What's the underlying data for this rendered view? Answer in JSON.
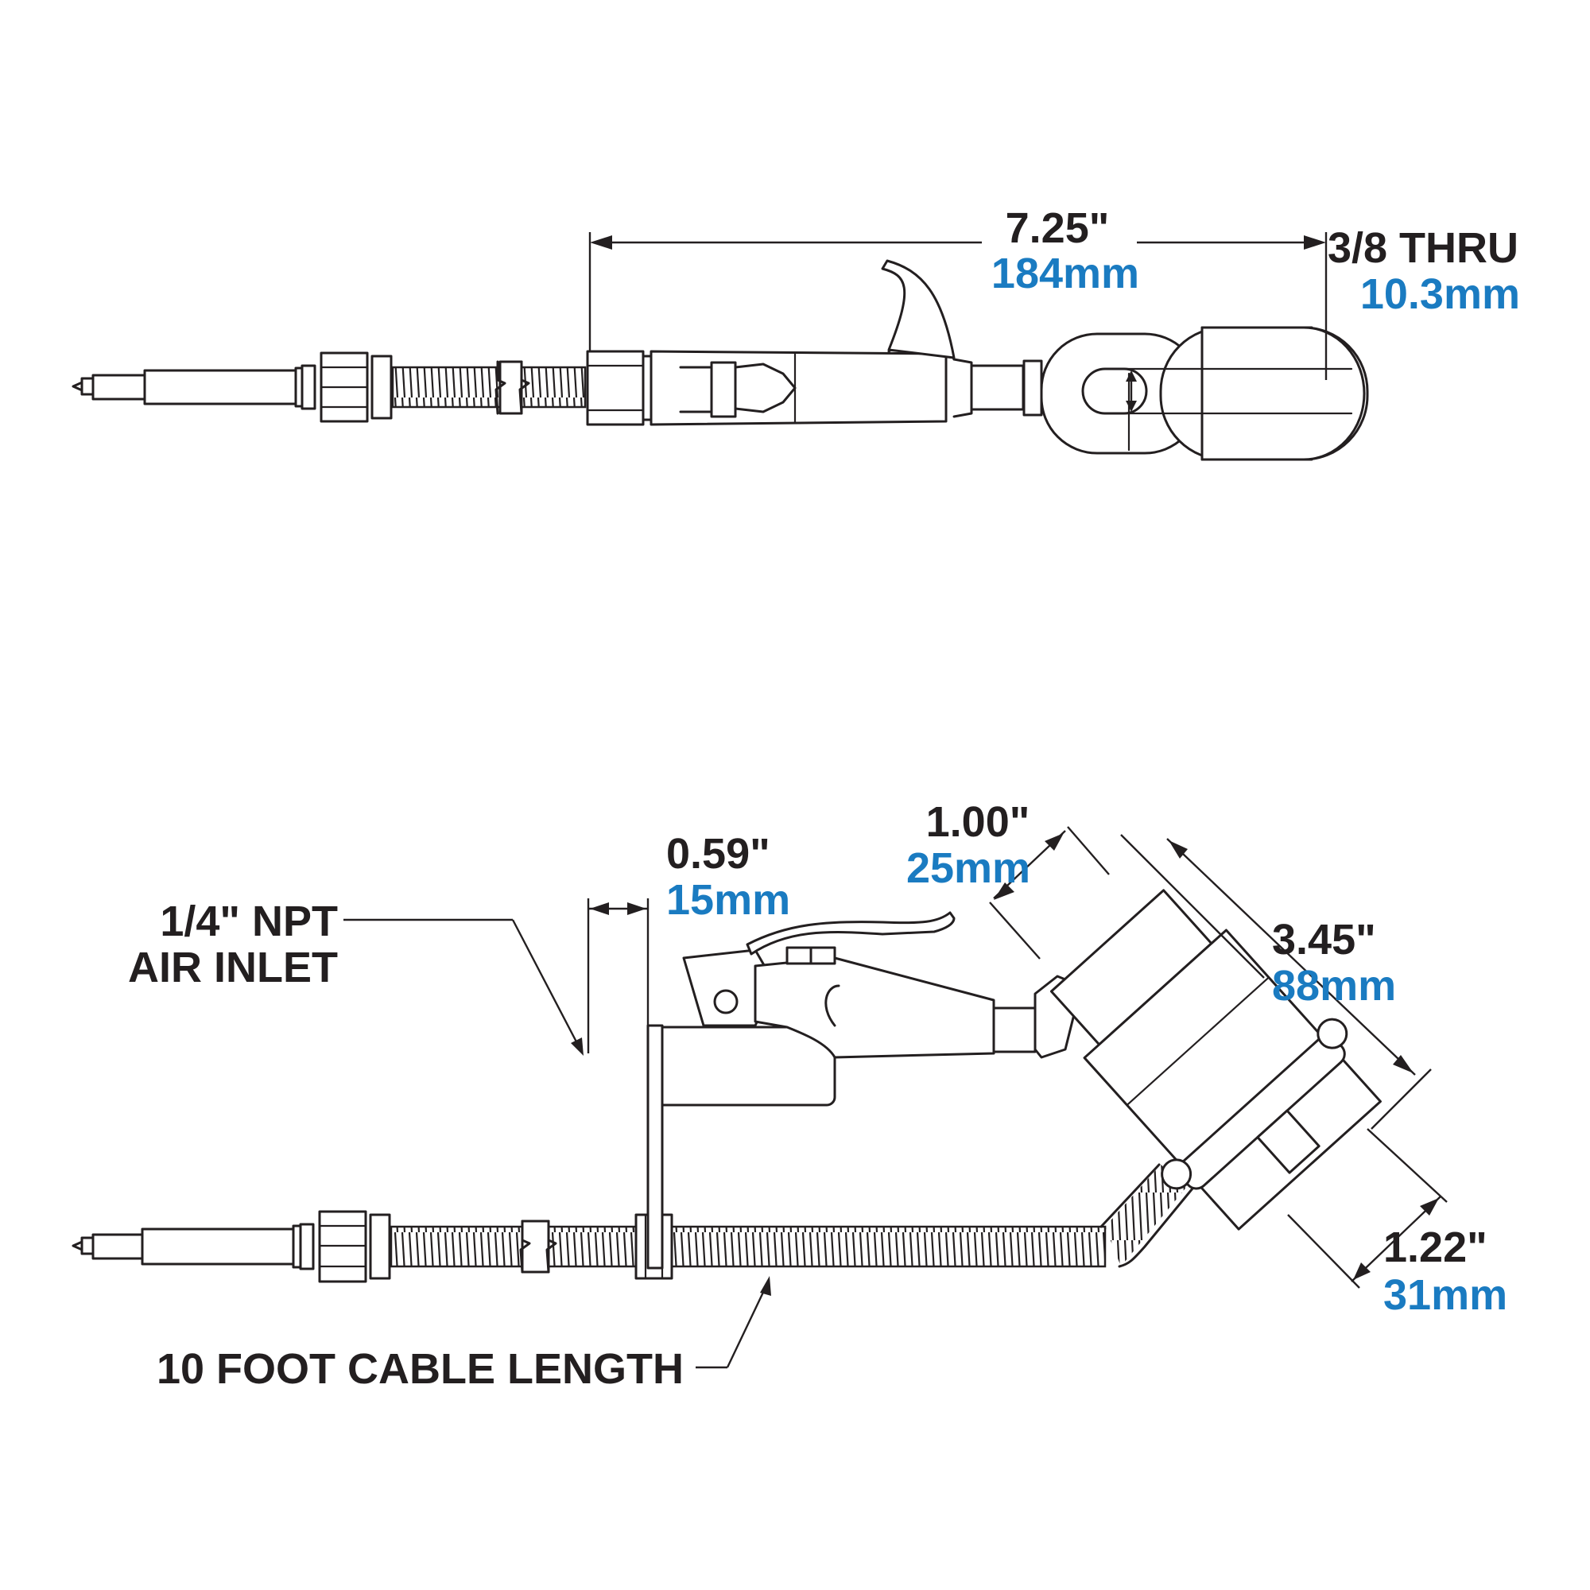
{
  "colors": {
    "ink": "#231f20",
    "metric": "#1a7bc1"
  },
  "top_view": {
    "overall_length": {
      "imperial": "7.25\"",
      "metric": "184mm"
    },
    "thru_hole": {
      "imperial": "3/8 THRU",
      "metric": "10.3mm"
    }
  },
  "side_view": {
    "nozzle_width": {
      "imperial": "1.00\"",
      "metric": "25mm"
    },
    "bracket_offset": {
      "imperial": "0.59\"",
      "metric": "15mm"
    },
    "head_length": {
      "imperial": "3.45\"",
      "metric": "88mm"
    },
    "base_depth": {
      "imperial": "1.22\"",
      "metric": "31mm"
    },
    "air_inlet_label": {
      "line1": "1/4\" NPT",
      "line2": "AIR INLET"
    },
    "cable_label": "10 FOOT CABLE LENGTH"
  }
}
